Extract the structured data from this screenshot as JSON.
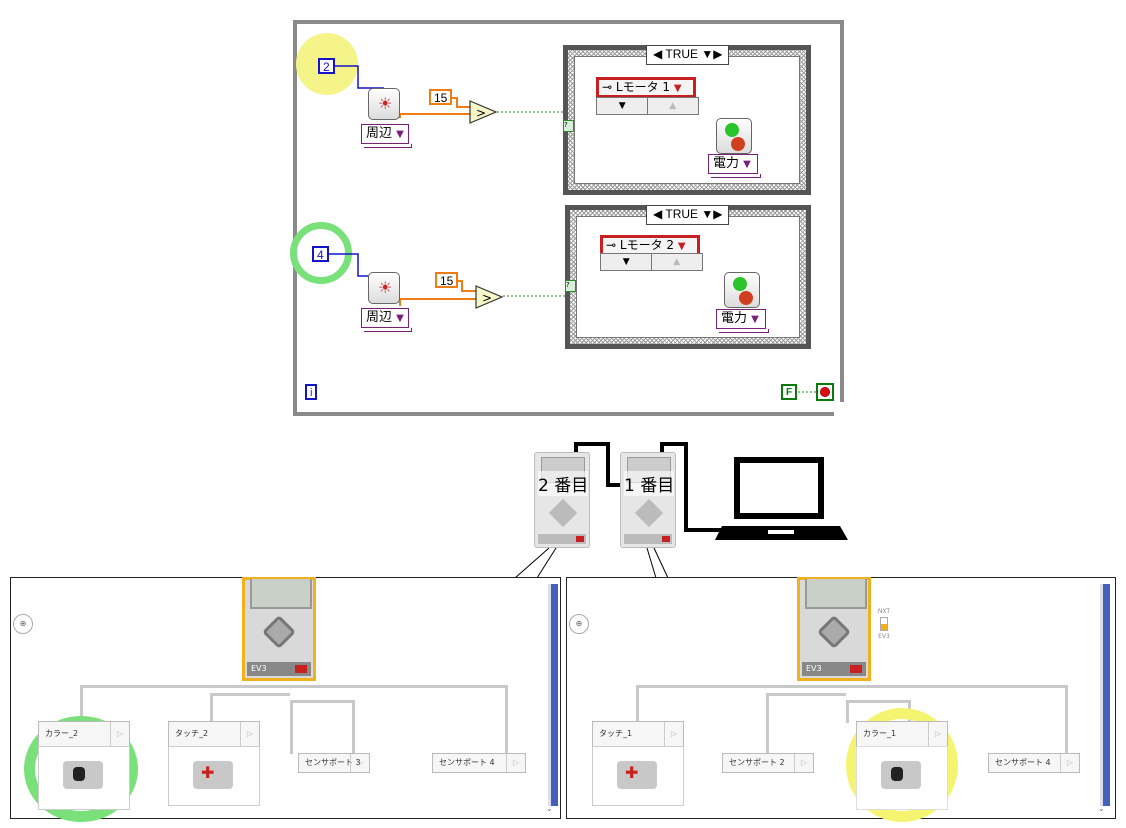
{
  "block_diagram": {
    "loop1": {
      "port_const": "2",
      "threshold_const": "15",
      "sensor_mode": "周辺",
      "case_label": "TRUE",
      "motor_select": "Lモータ 1",
      "motor_mode": "電力"
    },
    "loop2": {
      "port_const": "4",
      "threshold_const": "15",
      "sensor_mode": "周辺",
      "case_label": "TRUE",
      "motor_select": "Lモータ 2",
      "motor_mode": "電力"
    },
    "iteration_terminal": "i",
    "stop_const": "F"
  },
  "bricks": {
    "second_label": "2 番目",
    "first_label": "1 番目"
  },
  "left_panel": {
    "brick_label": "EV3",
    "ports": [
      "カラー_2",
      "タッチ_2",
      "センサポート 3",
      "センサポート 4"
    ]
  },
  "right_panel": {
    "brick_label": "EV3",
    "nxt_label": "NXT",
    "ev3_label": "EV3",
    "ports": [
      "タッチ_1",
      "センサポート 2",
      "カラー_1",
      "センサポート 4"
    ]
  },
  "colors": {
    "highlight_yellow": "#f4f470",
    "highlight_green": "#70e070",
    "wire_blue": "#1414c8",
    "wire_orange": "#f07d14",
    "case_select_red": "#c82020"
  }
}
